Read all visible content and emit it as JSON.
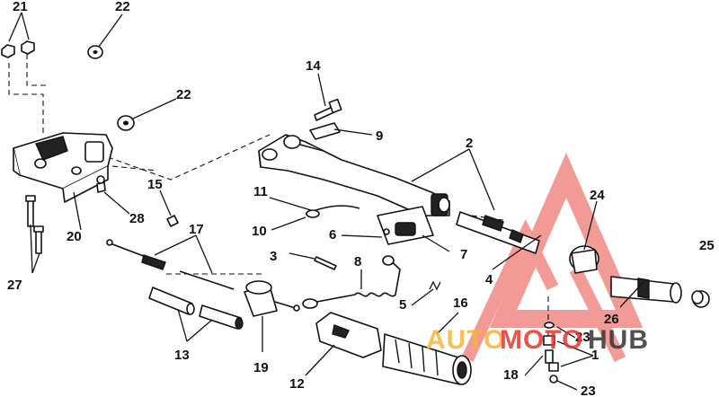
{
  "diagram": {
    "callouts": [
      {
        "id": "c21",
        "label": "21"
      },
      {
        "id": "c22a",
        "label": "22"
      },
      {
        "id": "c22b",
        "label": "22"
      },
      {
        "id": "c14",
        "label": "14"
      },
      {
        "id": "c9",
        "label": "9"
      },
      {
        "id": "c2",
        "label": "2"
      },
      {
        "id": "c15",
        "label": "15"
      },
      {
        "id": "c28",
        "label": "28"
      },
      {
        "id": "c11",
        "label": "11"
      },
      {
        "id": "c10",
        "label": "10"
      },
      {
        "id": "c6",
        "label": "6"
      },
      {
        "id": "c7",
        "label": "7"
      },
      {
        "id": "c24",
        "label": "24"
      },
      {
        "id": "c25",
        "label": "25"
      },
      {
        "id": "c20",
        "label": "20"
      },
      {
        "id": "c17",
        "label": "17"
      },
      {
        "id": "c3",
        "label": "3"
      },
      {
        "id": "c8",
        "label": "8"
      },
      {
        "id": "c4",
        "label": "4"
      },
      {
        "id": "c27",
        "label": "27"
      },
      {
        "id": "c5",
        "label": "5"
      },
      {
        "id": "c16",
        "label": "16"
      },
      {
        "id": "c26",
        "label": "26"
      },
      {
        "id": "c13",
        "label": "13"
      },
      {
        "id": "c19",
        "label": "19"
      },
      {
        "id": "c12",
        "label": "12"
      },
      {
        "id": "c23a",
        "label": "23"
      },
      {
        "id": "c1",
        "label": "1"
      },
      {
        "id": "c18",
        "label": "18"
      },
      {
        "id": "c23b",
        "label": "23"
      }
    ]
  },
  "watermark": {
    "text_auto": "AUTO",
    "text_moto": "MOTO",
    "text_hub": "HUB",
    "color_primary": "#e8342b",
    "color_secondary": "#f5b63a",
    "color_dark": "#333333"
  }
}
